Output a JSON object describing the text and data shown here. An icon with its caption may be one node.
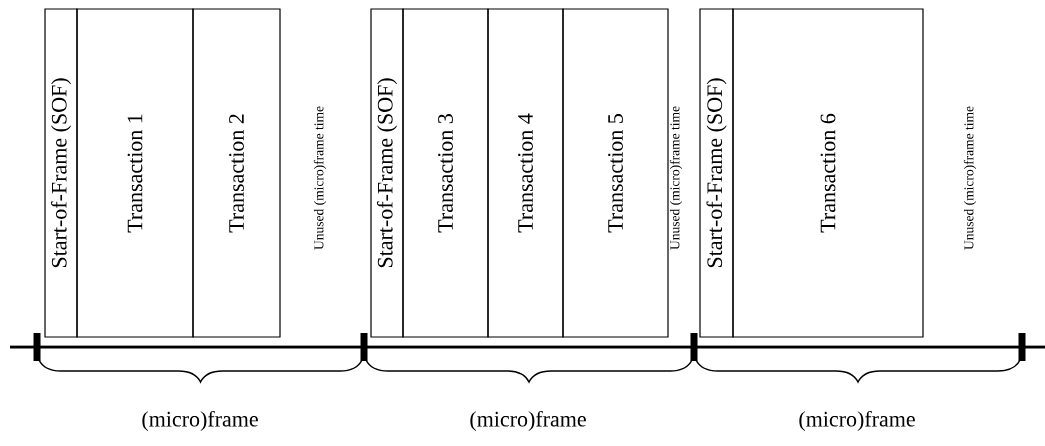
{
  "diagram": {
    "nodes": [
      {
        "text": [
          "Start-of-Frame (SOF)"
        ]
      },
      {
        "text": [
          "Transaction 1"
        ]
      },
      {
        "text": [
          "Transaction 2"
        ]
      },
      {
        "text": [
          "Start-of-Frame (SOF)"
        ]
      },
      {
        "text": [
          "Transaction 3"
        ]
      },
      {
        "text": [
          "Transaction 4"
        ]
      },
      {
        "text": [
          "Transaction 5"
        ]
      },
      {
        "text": [
          "Start-of-Frame (SOF)"
        ]
      },
      {
        "text": [
          "Transaction 6"
        ]
      }
    ],
    "labels": [
      "Unused (micro)frame time",
      "Unused (micro)frame time",
      "Unused (micro)frame time",
      "(micro)frame",
      "(micro)frame",
      "(micro)frame"
    ]
  }
}
